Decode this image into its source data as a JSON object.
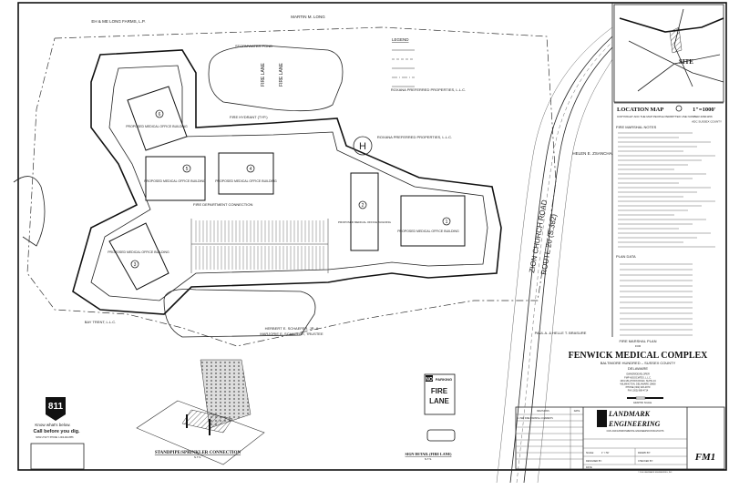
{
  "sheet": {
    "title_prefix": "FIRE MARSHAL PLAN",
    "for": "FOR",
    "project": "FENWICK MEDICAL COMPLEX",
    "location": "BALTIMORE HUNDRED – SUSSEX COUNTY",
    "state": "DELAWARE",
    "owner_heading": "OWNER/DEVELOPER",
    "owner_lines": [
      "FMP ASSOCIATES, L.L.C.",
      "1601 MILLTOWN ROAD, SUITE 24",
      "WILMINGTON, DELAWARE 19808",
      "PHONE (302) 326-2979",
      "FAX (302) 888-4714"
    ],
    "graphic_scale": "GRAPHIC SCALE",
    "sheet_number": "FM1"
  },
  "title_block": {
    "firm_line1": "LANDMARK",
    "firm_line2": "ENGINEERING",
    "firm_sub": "CIVIL AND ENVIRONMENTAL ENGINEERS/CONSULTANTS",
    "revisions_header": "REVISIONS",
    "date_header": "DATE",
    "revisions": [
      {
        "text": "1. PER FIRE MARSHAL COMMENTS",
        "date": ""
      }
    ],
    "scale_label": "SCALE:",
    "scale_value": "1\" = 50'",
    "drawn_label": "DRAWN BY:",
    "designed_label": "DESIGNED BY:",
    "checked_label": "CHECKED BY:",
    "date_label": "DATE:",
    "copyright": "© 2006 LANDMARK ENGINEERING, INC."
  },
  "location_map": {
    "title": "LOCATION MAP",
    "scale": "1\"=1000'",
    "site_label": "SITE",
    "copyright": "COPYRIGHT ADC THE MAP PEOPLE PERMITTED USE NUMBER 20601156",
    "county": "ADC SUSSEX COUNTY"
  },
  "notes": {
    "fire_marshal_title": "FIRE MARSHAL NOTES",
    "plan_data_title": "PLAN DATA",
    "legend_title": "LEGEND"
  },
  "parcels": {
    "nw": "EH & ME LONG FARMS, L.P.",
    "n": "MARTIN M. LONG",
    "ne1": "ROXANA PREFERRED PROPERTIES, L.L.C.",
    "ne2": "ROXANA PREFERRED PROPERTIES, L.L.C.",
    "e": "HELEN E. ZSANCHA",
    "s1": "HERBERT E. SCHAEFER, JR. &",
    "s2": "MARJORIE E. SCHAEFER, TRUSTEE",
    "se": "PAUL A. & HELLE T. BRASURE",
    "sw": "BAY TRENT, L.L.C."
  },
  "road": {
    "name": "ZION CHURCH ROAD",
    "route": "ROUTE 20 (S.382)"
  },
  "buildings": [
    {
      "number": "1",
      "label": "PROPOSED MEDICAL OFFICE BUILDING"
    },
    {
      "number": "2",
      "label": "PROPOSED MEDICAL OFFICE BUILDING"
    },
    {
      "number": "3",
      "label": "PROPOSED MEDICAL OFFICE BUILDING"
    },
    {
      "number": "4",
      "label": "PROPOSED MEDICAL OFFICE BUILDING"
    },
    {
      "number": "5",
      "label": "PROPOSED MEDICAL OFFICE BUILDING"
    },
    {
      "number": "6",
      "label": "PROPOSED MEDICAL OFFICE BUILDING"
    }
  ],
  "site_labels": {
    "fire_lane": "FIRE LANE",
    "fire_hydrant": "FIRE HYDRANT (TYP.)",
    "fire_dept_connection": "FIRE DEPARTMENT CONNECTION",
    "stormwater": "STORMWATER POND",
    "heliport": "H"
  },
  "details": {
    "standpipe_title": "STANDPIPE/SPRINKLER CONNECTION",
    "nts": "N.T.S.",
    "sign_title": "SIGN DETAIL (FIRE LANE)",
    "sign_no": "NO",
    "sign_parking": "PARKING",
    "sign_fire": "FIRE",
    "sign_lane": "LANE"
  },
  "miss_utility": {
    "logo": "811",
    "line1": "Know what's below.",
    "line2": "Call before you dig.",
    "phone": "MISS UTILITY PHONE: 1-800-282-8555"
  }
}
